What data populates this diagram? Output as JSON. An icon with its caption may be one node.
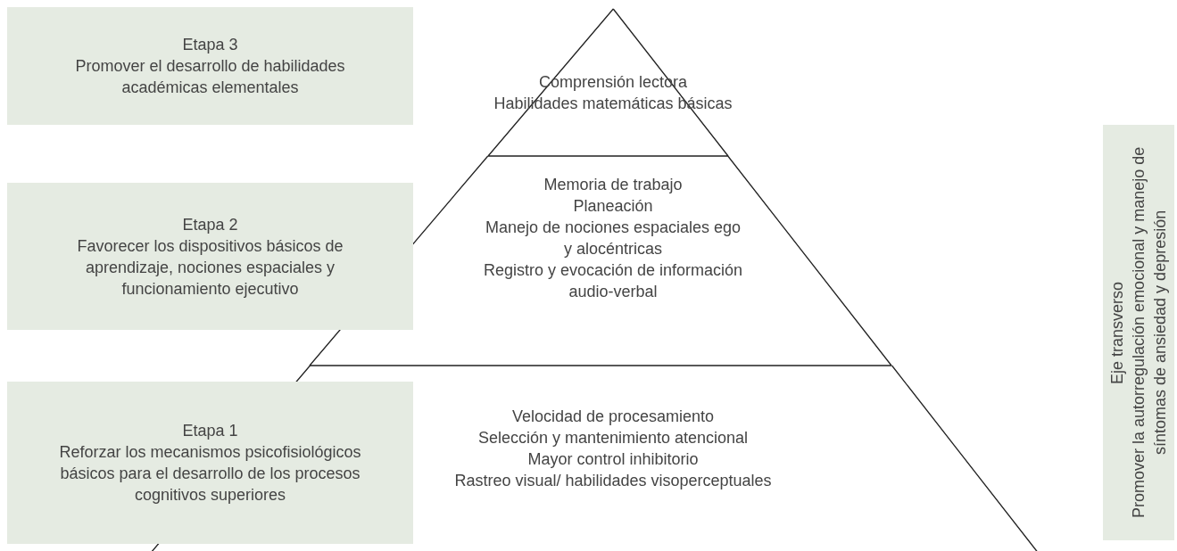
{
  "diagram": {
    "nodes": [
      {
        "text": [
          "Etapa 3",
          "Promover el desarrollo de habilidades académicas elementales"
        ]
      },
      {
        "text": [
          "Etapa 2",
          "Favorecer los dispositivos básicos de aprendizaje, nociones espaciales y funcionamiento ejecutivo"
        ]
      },
      {
        "text": [
          "Etapa 1",
          "Reforzar los mecanismos psicofisiológicos básicos para el desarrollo de los procesos cognitivos superiores"
        ]
      },
      {
        "text": [
          "Comprensión lectora",
          "Habilidades matemáticas básicas"
        ]
      },
      {
        "text": [
          "Memoria de trabajo",
          "Planeación",
          "Manejo de nociones espaciales ego y alocéntricas",
          "Registro y evocación de información audio-verbal"
        ]
      },
      {
        "text": [
          "Velocidad de procesamiento",
          "Selección y mantenimiento atencional",
          "Mayor control inhibitorio",
          "Rastreo visual/ habilidades visoperceptuales"
        ]
      },
      {
        "text": [
          "Eje transverso",
          "Promover la autorregulación emocional y manejo de síntomas de ansiedad y depresión"
        ]
      }
    ]
  }
}
